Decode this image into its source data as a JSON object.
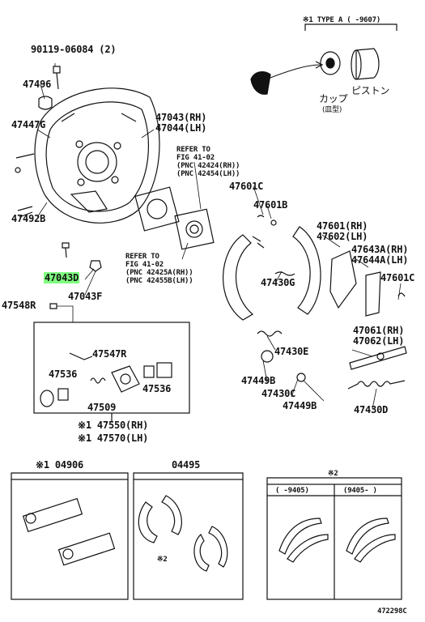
{
  "callouts": {
    "c90119": "90119-06084 (2)",
    "c47496": "47496",
    "c47447g": "47447G",
    "c47492b": "47492B",
    "c47043d": "47043D",
    "c47043f": "47043F",
    "c47548r": "47548R",
    "c47547r": "47547R",
    "c47536a": "47536",
    "c47536b": "47536",
    "c47509": "47509",
    "c47550": "※1 47550(RH)",
    "c47570": "※1 47570(LH)",
    "c47043rh": "47043(RH)",
    "c47044lh": "47044(LH)",
    "c47601c_a": "47601C",
    "c47601b": "47601B",
    "c47601rh": "47601(RH)",
    "c47602lh": "47602(LH)",
    "c47643a": "47643A(RH)",
    "c47644a": "47644A(LH)",
    "c47601c_b": "47601C",
    "c47430g": "47430G",
    "c47430e": "47430E",
    "c47449b_a": "47449B",
    "c47430c": "47430C",
    "c47449b_b": "47449B",
    "c47061": "47061(RH)",
    "c47062": "47062(LH)",
    "c47430d": "47430D",
    "kit04906": "※1 04906",
    "kit04495": "04495",
    "note2_small": "※2",
    "note2_top": "※2",
    "col1": "(   -9405)",
    "col2": "(9405-   )",
    "diagram_id": "472298C"
  },
  "refer_upper": {
    "l1": "REFER TO",
    "l2": "FIG 41-02",
    "l3": "(PNC 42424(RH))",
    "l4": "(PNC 42454(LH))"
  },
  "refer_lower": {
    "l1": "REFER TO",
    "l2": "FIG 41-02",
    "l3": "(PNC 42425A(RH))",
    "l4": "(PNC 42455B(LH))"
  },
  "type_a": {
    "title": "※1 TYPE A (   -9607)",
    "cup_label": "カップ",
    "cup_sub": "(皿型)",
    "piston_label": "ピストン"
  },
  "highlight_color": "#7fff7f"
}
